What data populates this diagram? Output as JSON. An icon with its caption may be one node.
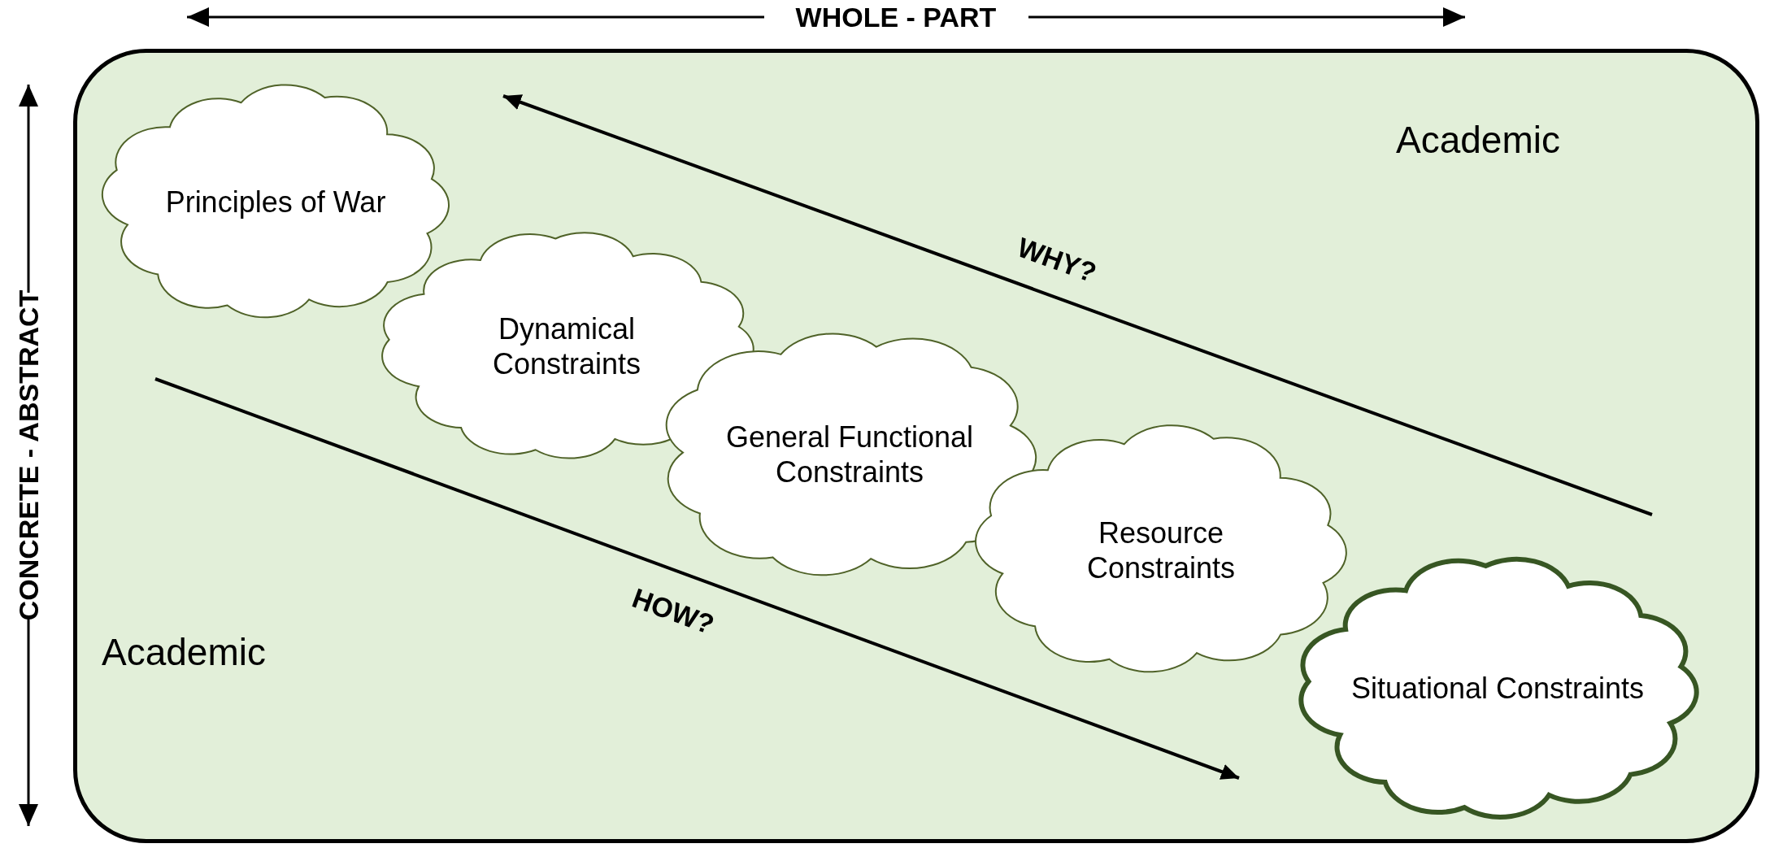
{
  "diagram": {
    "nodes": [
      {
        "text": [
          "Academic",
          "Academic"
        ]
      },
      {
        "text": [
          "Principles of War"
        ],
        "in": 0
      },
      {
        "text": [
          "Dynamical Constraints"
        ],
        "in": 0
      },
      {
        "text": [
          "General Functional Constraints"
        ],
        "in": 0
      },
      {
        "text": [
          "Resource Constraints"
        ],
        "in": 0
      },
      {
        "text": [
          "Situational Constraints"
        ],
        "in": 0
      }
    ],
    "edges": [],
    "labels": [
      "WHOLE - PART",
      "CONCRETE - ABSTRACT",
      "WHY?",
      "HOW?"
    ]
  }
}
